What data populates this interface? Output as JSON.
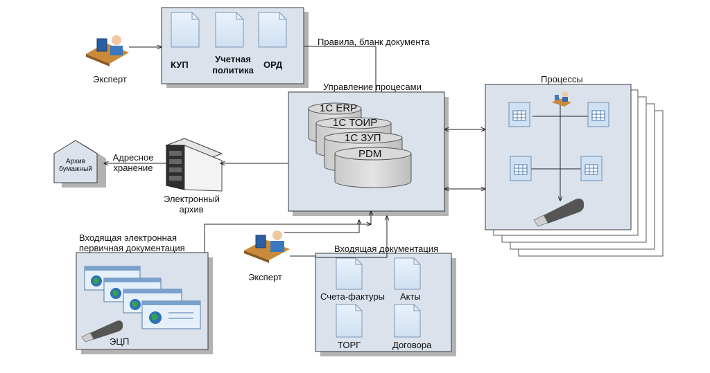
{
  "expert_top": {
    "label": "Эксперт"
  },
  "policy_box": {
    "docs": [
      "КУП",
      "Учетная политика",
      "ОРД"
    ]
  },
  "rules_label": "Правила, бланк документа",
  "process_mgmt": {
    "title": "Управление процесами",
    "systems": [
      "1С ERP",
      "1С ТОИР",
      "1С ЗУП",
      "PDM"
    ]
  },
  "processes": {
    "title": "Процессы"
  },
  "archive_paper": {
    "label": "Архив бумажный"
  },
  "address_storage": {
    "label": "Адресное хранение"
  },
  "e_archive": {
    "label": "Электронный архив"
  },
  "incoming_electronic": {
    "title": "Входящая электронная первичная документация",
    "ecp_label": "ЭЦП"
  },
  "expert_bottom": {
    "label": "Эксперт"
  },
  "incoming_docs": {
    "title": "Входящая документация",
    "items": [
      "Счета-фактуры",
      "Акты",
      "ТОРГ",
      "Договора"
    ]
  },
  "colors": {
    "box_fill": "#dbe2ec",
    "box_stroke": "#3a3a3a",
    "shadow": "#b3b3b3",
    "db_fill": "#d9d9d9"
  }
}
